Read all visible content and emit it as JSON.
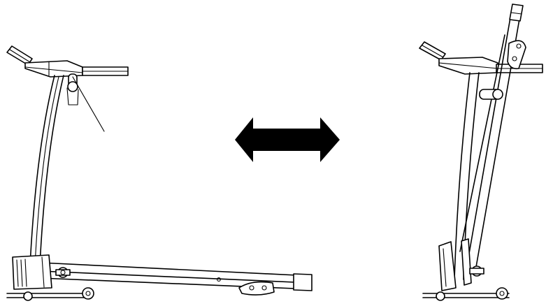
{
  "diagram": {
    "views": [
      "unfolded-treadmill",
      "folded-treadmill"
    ],
    "connector": "double-headed-arrow",
    "colors": {
      "line": "#000000",
      "background": "#ffffff"
    }
  }
}
